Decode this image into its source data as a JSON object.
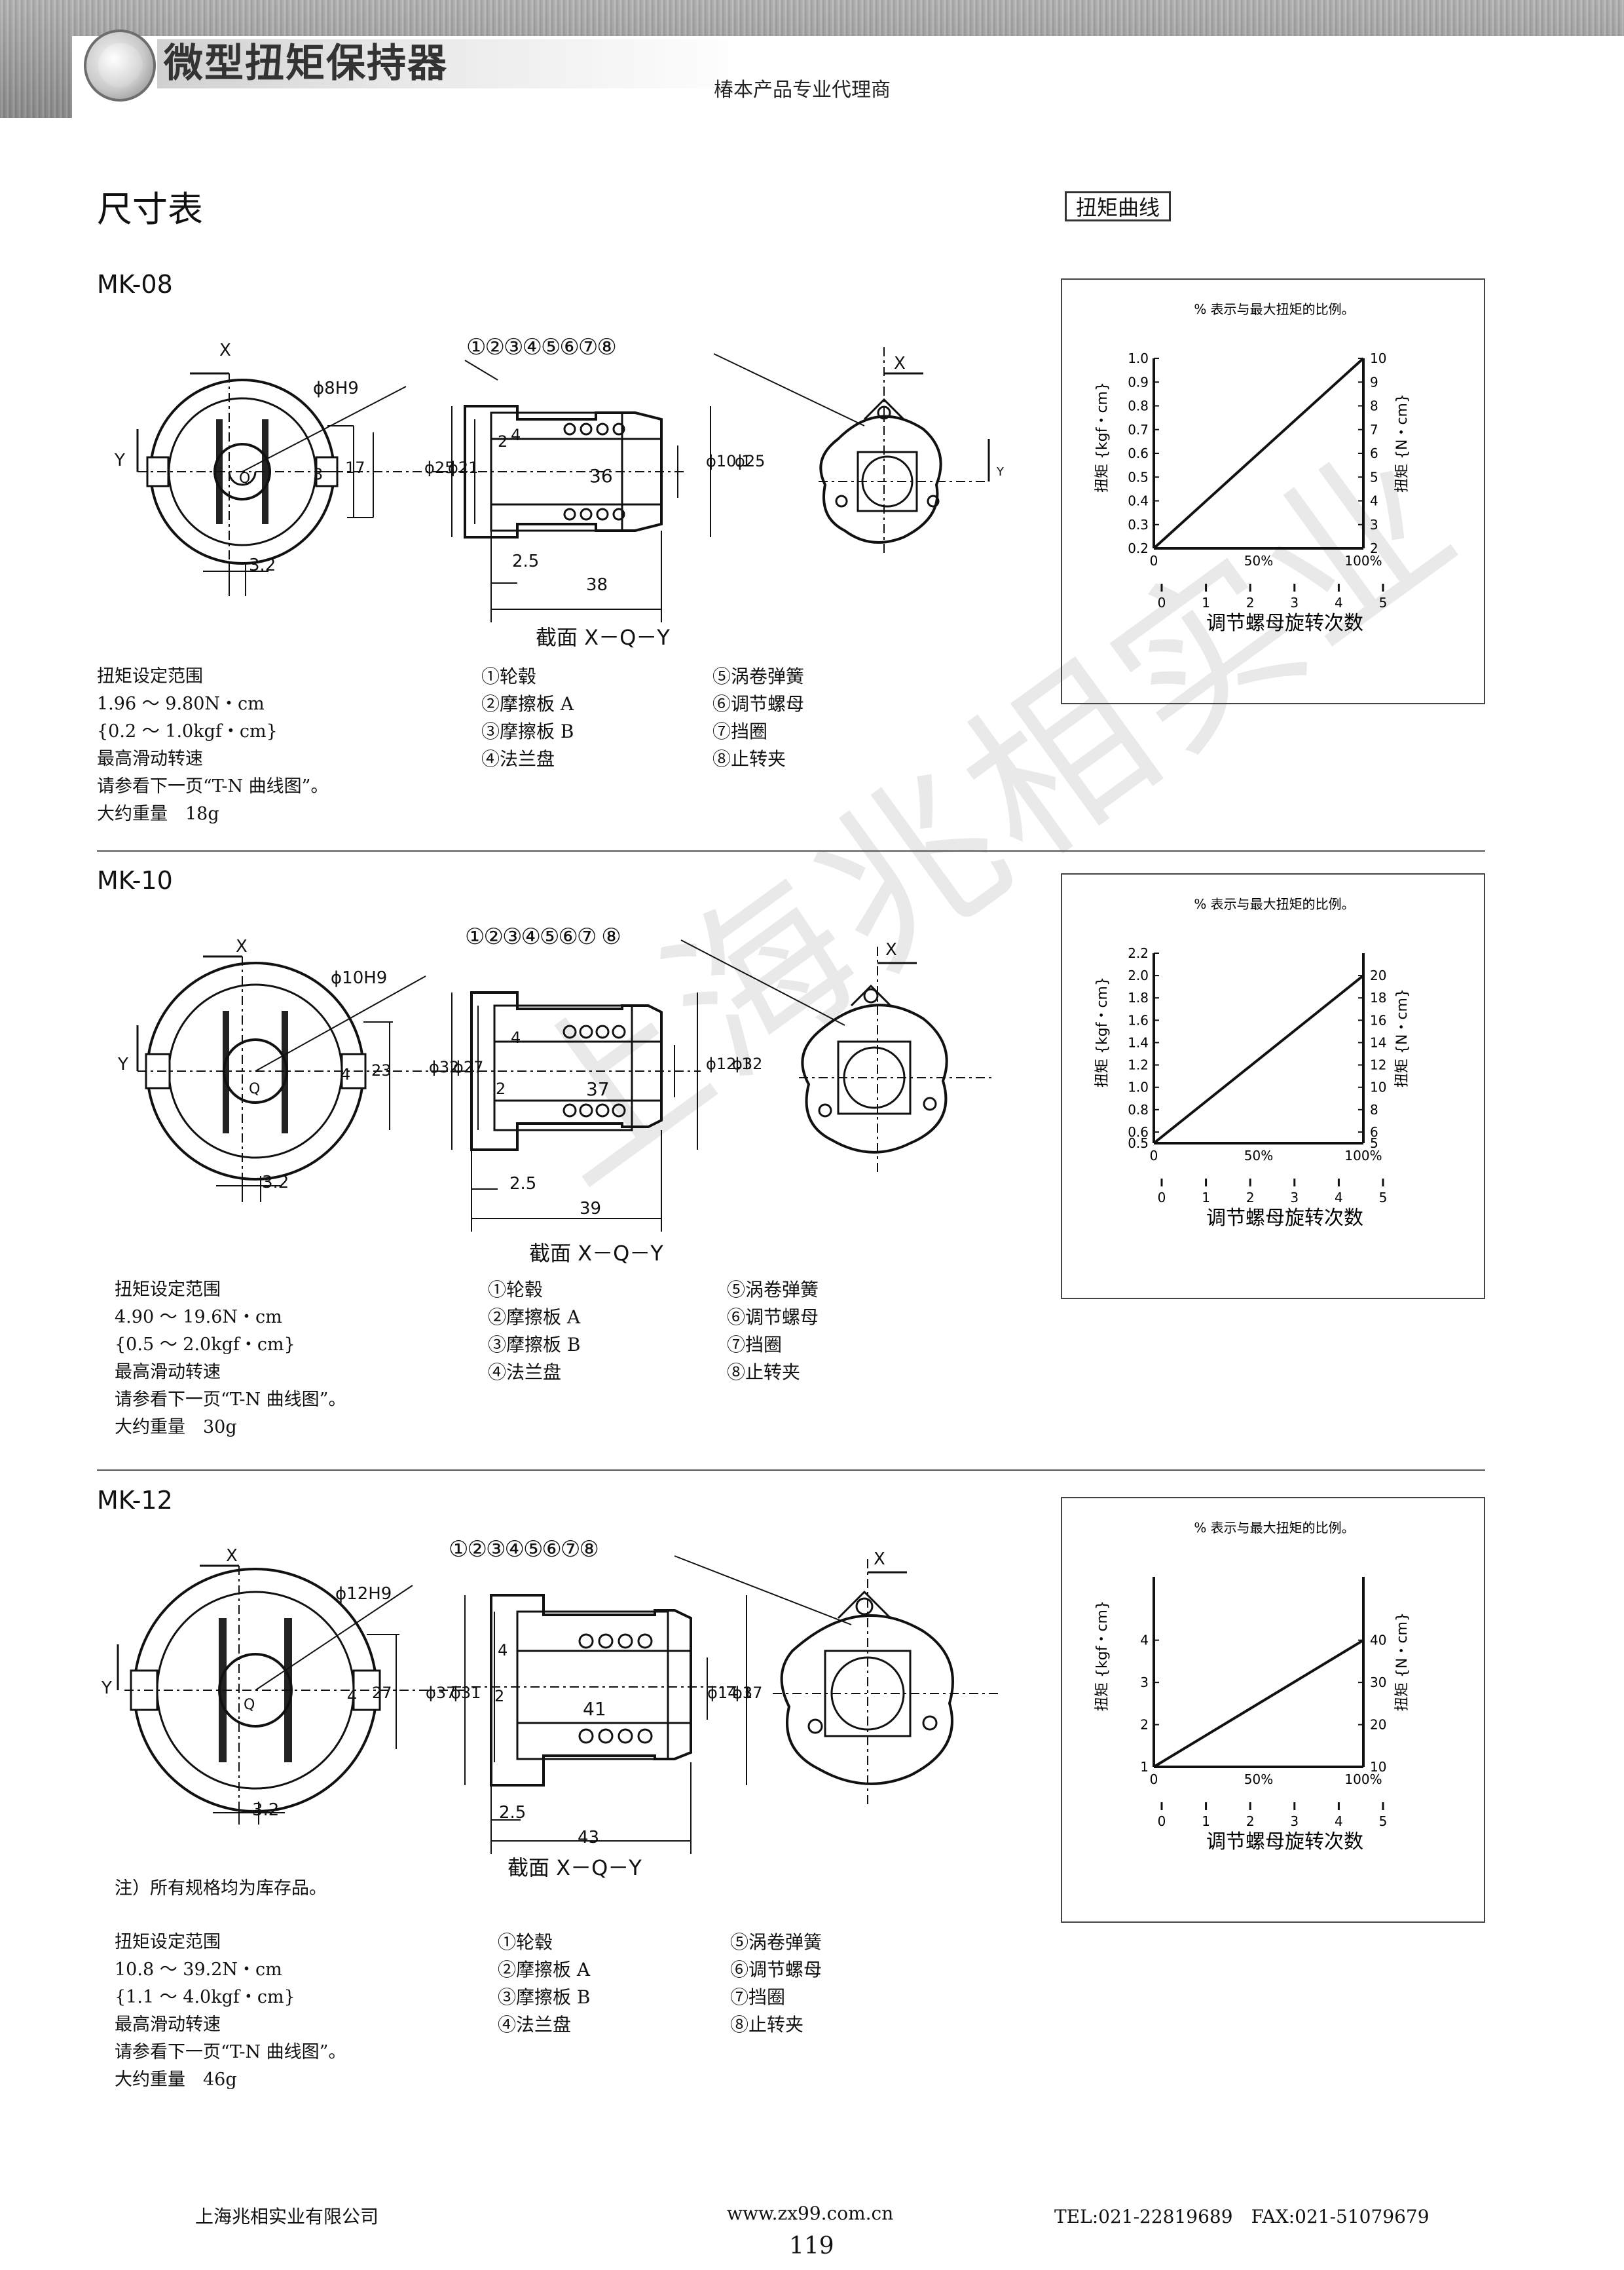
{
  "header": {
    "title": "微型扭矩保持器",
    "subtitle": "椿本产品专业代理商"
  },
  "section_title": "尺寸表",
  "curve_tag": "扭矩曲线",
  "watermark": "上海兆相实业",
  "models": [
    {
      "name": "MK-08",
      "spec": [
        "扭矩设定范围",
        "1.96 ～ 9.80N・cm",
        "{0.2 ～ 1.0kgf・cm}",
        "最高滑动转速",
        "请参看下一页“T-N 曲线图”。",
        "大约重量　18g"
      ],
      "note": "",
      "bore_label": "ϕ8H9",
      "dims": {
        "key": "3",
        "height": "17",
        "offset": "3.2",
        "d1": "ϕ25",
        "d2": "ϕ21",
        "len_inner": "36",
        "hub": "2",
        "flange": "4",
        "bore_shaft": "ϕ10.1",
        "outer": "ϕ25",
        "gap": "2.5",
        "total": "38"
      }
    },
    {
      "name": "MK-10",
      "spec": [
        "扭矩设定范围",
        "4.90 ～ 19.6N・cm",
        "{0.5 ～ 2.0kgf・cm}",
        "最高滑动转速",
        "请参看下一页“T-N 曲线图”。",
        "大约重量　30g"
      ],
      "note": "",
      "bore_label": "ϕ10H9",
      "dims": {
        "key": "4",
        "height": "23",
        "offset": "3.2",
        "d1": "ϕ32",
        "d2": "ϕ27",
        "len_inner": "37",
        "hub": "2",
        "flange": "4",
        "bore_shaft": "ϕ12.1",
        "outer": "ϕ32",
        "gap": "2.5",
        "total": "39"
      }
    },
    {
      "name": "MK-12",
      "spec": [
        "扭矩设定范围",
        "10.8 ～ 39.2N・cm",
        "{1.1 ～ 4.0kgf・cm}",
        "最高滑动转速",
        "请参看下一页“T-N 曲线图”。",
        "大约重量　46g"
      ],
      "note": "注）所有规格均为库存品。",
      "bore_label": "ϕ12H9",
      "dims": {
        "key": "4",
        "height": "27",
        "offset": "3.2",
        "d1": "ϕ37",
        "d2": "ϕ31",
        "len_inner": "41",
        "hub": "2",
        "flange": "4",
        "bore_shaft": "ϕ14.1",
        "outer": "ϕ37",
        "gap": "2.5",
        "total": "43"
      }
    }
  ],
  "parts_left": [
    "①轮毂",
    "②摩擦板 A",
    "③摩擦板 B",
    "④法兰盘"
  ],
  "parts_right": [
    "⑤涡卷弹簧",
    "⑥调节螺母",
    "⑦挡圈",
    "⑧止转夹"
  ],
  "part_numbers": [
    "①",
    "②",
    "③",
    "④",
    "⑤",
    "⑥",
    "⑦",
    "⑧"
  ],
  "section_caption": "截面 X－Q－Y",
  "axis_marks": {
    "x": "X",
    "y": "Y",
    "q": "Q"
  },
  "chart_data": [
    {
      "type": "line",
      "title": "% 表示与最大扭矩的比例。",
      "ylabel": "扭矩 {kgf・cm}",
      "y2label": "扭矩 {N・cm}",
      "xlabel": "调节螺母旋转次数",
      "x": [
        0,
        100
      ],
      "x_ticks": [
        "0",
        "50%",
        "100%"
      ],
      "rotation_ticks": [
        "0",
        "1",
        "2",
        "3",
        "4",
        "5"
      ],
      "series": [
        {
          "values": [
            0.2,
            1.0
          ]
        }
      ],
      "ylim": [
        0.2,
        1.0
      ],
      "y_ticks": [
        "0.2",
        "0.3",
        "0.4",
        "0.5",
        "0.6",
        "0.7",
        "0.8",
        "0.9",
        "1.0"
      ],
      "y2_ticks": [
        "2",
        "3",
        "4",
        "5",
        "6",
        "7",
        "8",
        "9",
        "10"
      ]
    },
    {
      "type": "line",
      "title": "% 表示与最大扭矩的比例。",
      "ylabel": "扭矩 {kgf・cm}",
      "y2label": "扭矩 {N・cm}",
      "xlabel": "调节螺母旋转次数",
      "x": [
        0,
        100
      ],
      "x_ticks": [
        "0",
        "50%",
        "100%"
      ],
      "rotation_ticks": [
        "0",
        "1",
        "2",
        "3",
        "4",
        "5"
      ],
      "series": [
        {
          "values": [
            0.5,
            2.0
          ]
        }
      ],
      "ylim": [
        0.5,
        2.2
      ],
      "y_ticks": [
        "0.5",
        "0.6",
        "0.8",
        "1.0",
        "1.2",
        "1.4",
        "1.6",
        "1.8",
        "2.0",
        "2.2"
      ],
      "y2_ticks": [
        "5",
        "6",
        "8",
        "10",
        "12",
        "14",
        "16",
        "18",
        "20"
      ]
    },
    {
      "type": "line",
      "title": "% 表示与最大扭矩的比例。",
      "ylabel": "扭矩 {kgf・cm}",
      "y2label": "扭矩 {N・cm}",
      "xlabel": "调节螺母旋转次数",
      "x": [
        0,
        100
      ],
      "x_ticks": [
        "0",
        "50%",
        "100%"
      ],
      "rotation_ticks": [
        "0",
        "1",
        "2",
        "3",
        "4",
        "5"
      ],
      "series": [
        {
          "values": [
            1.0,
            4.0
          ]
        }
      ],
      "ylim": [
        1,
        5.5
      ],
      "y_ticks": [
        "1",
        "2",
        "3",
        "4"
      ],
      "y2_ticks": [
        "10",
        "20",
        "30",
        "40"
      ]
    }
  ],
  "footer": {
    "company": "上海兆相实业有限公司",
    "website": "www.zx99.com.cn",
    "contact": "TEL:021-22819689　FAX:021-51079679",
    "page": "119"
  }
}
